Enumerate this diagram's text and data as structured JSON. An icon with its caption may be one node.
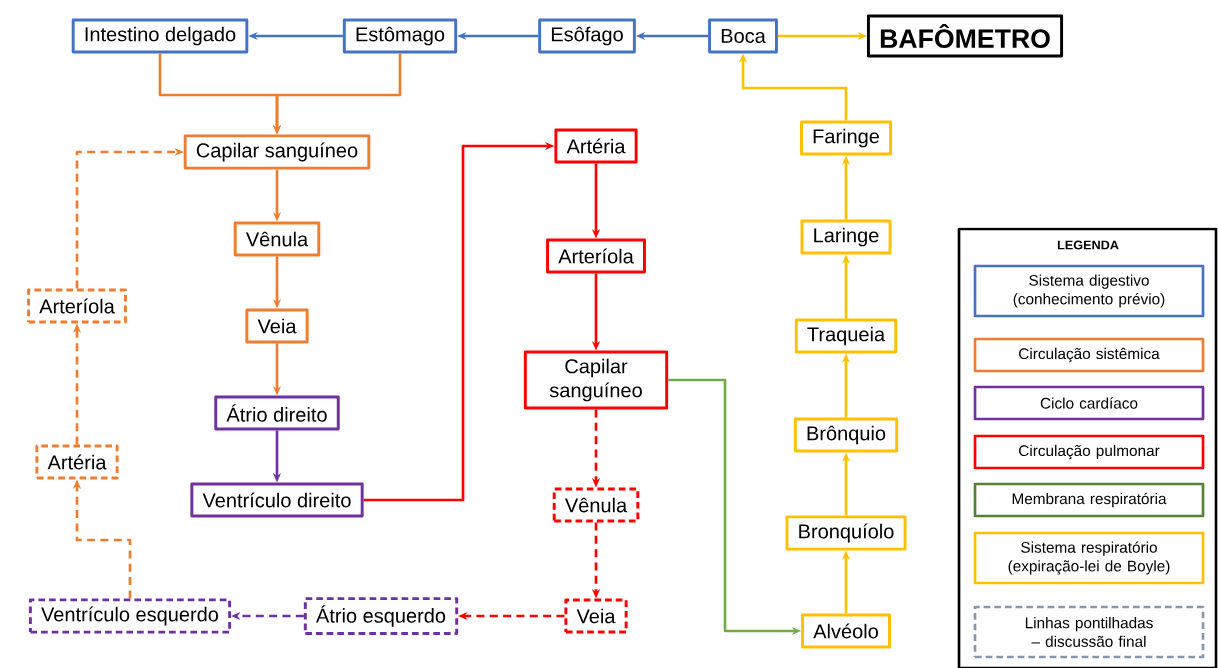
{
  "diagram": {
    "nodes": [
      {
        "text": [
          "Intestino delgado"
        ]
      },
      {
        "text": [
          "Estômago"
        ]
      },
      {
        "text": [
          "Esôfago"
        ]
      },
      {
        "text": [
          "Boca"
        ]
      },
      {
        "text": [
          "BAFÔMETRO"
        ]
      },
      {
        "text": [
          "Capilar sanguíneo"
        ]
      },
      {
        "text": [
          "Artéria"
        ]
      },
      {
        "text": [
          "Faringe"
        ]
      },
      {
        "text": [
          "Vênula"
        ]
      },
      {
        "text": [
          "Arteríola"
        ]
      },
      {
        "text": [
          "Laringe"
        ]
      },
      {
        "text": [
          "Arteríola"
        ]
      },
      {
        "text": [
          "Veia"
        ]
      },
      {
        "text": [
          "Traqueia"
        ]
      },
      {
        "text": [
          "Capilar sanguíneo"
        ]
      },
      {
        "text": [
          "Átrio direito"
        ]
      },
      {
        "text": [
          "Brônquio"
        ]
      },
      {
        "text": [
          "Artéria"
        ]
      },
      {
        "text": [
          "Ventrículo direito"
        ]
      },
      {
        "text": [
          "Vênula"
        ]
      },
      {
        "text": [
          "Bronquíolo"
        ]
      },
      {
        "text": [
          "Ventrículo esquerdo"
        ]
      },
      {
        "text": [
          "Átrio esquerdo"
        ]
      },
      {
        "text": [
          "Veia"
        ]
      },
      {
        "text": [
          "Alvéolo"
        ]
      }
    ],
    "edges": [
      {
        "from": 3,
        "to": 2,
        "arrow": "to",
        "color": "#4472c4"
      },
      {
        "from": 2,
        "to": 1,
        "arrow": "to",
        "color": "#4472c4"
      },
      {
        "from": 1,
        "to": 0,
        "arrow": "to",
        "color": "#4472c4"
      },
      {
        "from": 3,
        "to": 4,
        "arrow": "to",
        "color": "#ffc000"
      },
      {
        "from": 0,
        "to": 5,
        "arrow": "to"
      },
      {
        "from": 1,
        "to": 5,
        "arrow": "to"
      },
      {
        "from": 5,
        "to": 8,
        "arrow": "to"
      },
      {
        "from": 8,
        "to": 12,
        "arrow": "to"
      },
      {
        "from": 12,
        "to": 15,
        "arrow": "to"
      },
      {
        "from": 15,
        "to": 18,
        "arrow": "to",
        "color": "#7030a0"
      },
      {
        "from": 18,
        "to": 6,
        "arrow": "to",
        "color": "#ff0000"
      },
      {
        "from": 6,
        "to": 9,
        "arrow": "to",
        "color": "#ff0000"
      },
      {
        "from": 9,
        "to": 14,
        "arrow": "to",
        "color": "#ff0000"
      },
      {
        "from": 14,
        "to": 19,
        "arrow": "to",
        "style": "dashed",
        "color": "#ff0000"
      },
      {
        "from": 19,
        "to": 23,
        "arrow": "to",
        "style": "dashed",
        "color": "#ff0000"
      },
      {
        "from": 23,
        "to": 22,
        "arrow": "to",
        "style": "dashed",
        "color": "#ff0000"
      },
      {
        "from": 22,
        "to": 21,
        "arrow": "to",
        "style": "dashed",
        "color": "#7030a0"
      },
      {
        "from": 21,
        "to": 17,
        "arrow": "to",
        "style": "dashed"
      },
      {
        "from": 17,
        "to": 11,
        "arrow": "to",
        "style": "dashed"
      },
      {
        "from": 11,
        "to": 5,
        "arrow": "to",
        "style": "dashed"
      },
      {
        "from": 14,
        "to": 24,
        "arrow": "to",
        "color": "#70ad47"
      },
      {
        "from": 24,
        "to": 20,
        "arrow": "to",
        "color": "#ffc000"
      },
      {
        "from": 20,
        "to": 16,
        "arrow": "to",
        "color": "#ffc000"
      },
      {
        "from": 16,
        "to": 13,
        "arrow": "to",
        "color": "#ffc000"
      },
      {
        "from": 13,
        "to": 10,
        "arrow": "to",
        "color": "#ffc000"
      },
      {
        "from": 10,
        "to": 7,
        "arrow": "to",
        "color": "#ffc000"
      },
      {
        "from": 7,
        "to": 3,
        "arrow": "to",
        "color": "#ffc000"
      }
    ],
    "labels": [
      "LEGENDA"
    ],
    "legend": [
      {
        "text": "Sistema digestivo (conhecimento prévio)",
        "color": "#4472c4"
      },
      {
        "text": "Circulação sistêmica",
        "color": "#ed7d31"
      },
      {
        "text": "Ciclo cardíaco",
        "color": "#7030a0"
      },
      {
        "text": "Circulação pulmonar",
        "color": "#ff0000"
      },
      {
        "text": "Membrana respiratória",
        "color": "#548235"
      },
      {
        "text": "Sistema respiratório (expiração-lei de Boyle)",
        "color": "#ffc000"
      },
      {
        "text": "Linhas pontilhadas – discussão final",
        "color": "#8497b0"
      }
    ]
  }
}
